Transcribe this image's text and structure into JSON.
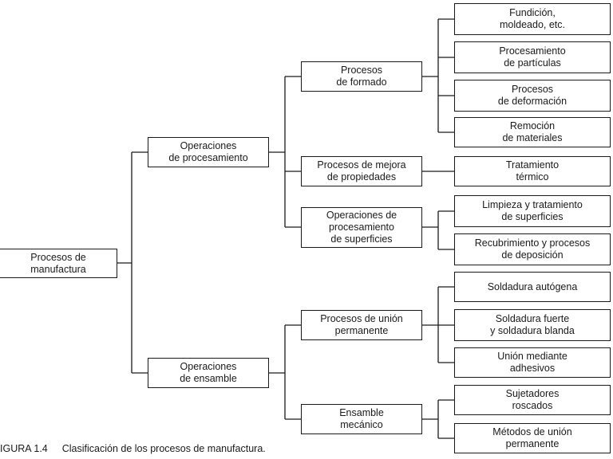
{
  "nodes": {
    "root": "Procesos de\nmanufactura",
    "procesamiento": "Operaciones\nde procesamiento",
    "ensamble": "Operaciones\nde ensamble",
    "formado": "Procesos\nde formado",
    "mejora": "Procesos de mejora\nde propiedades",
    "superficies": "Operaciones de\nprocesamiento\nde superficies",
    "union": "Procesos de unión\npermanente",
    "mecanico": "Ensamble\nmecánico",
    "fundicion": "Fundición,\nmoldeado, etc.",
    "particulas": "Procesamiento\nde partículas",
    "deformacion": "Procesos\nde deformación",
    "remocion": "Remoción\nde materiales",
    "tratamiento": "Tratamiento\ntérmico",
    "limpieza": "Limpieza y tratamiento\nde superficies",
    "recubrimiento": "Recubrimiento y procesos\nde deposición",
    "autogena": "Soldadura autógena",
    "fuerte": "Soldadura fuerte\ny soldadura blanda",
    "adhesivos": "Unión mediante\nadhesivos",
    "sujetadores": "Sujetadores\nroscados",
    "metodos": "Métodos de unión\npermanente"
  },
  "caption": {
    "number": "IGURA 1.4",
    "text": "Clasificación de los procesos de manufactura."
  }
}
